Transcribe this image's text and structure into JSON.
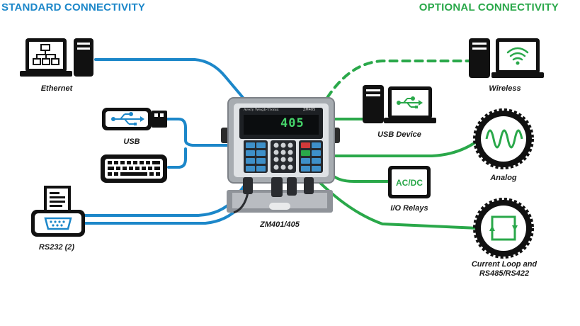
{
  "headings": {
    "standard": "STANDARD CONNECTIVITY",
    "optional": "OPTIONAL CONNECTIVITY"
  },
  "colors": {
    "standard": "#1c87c9",
    "optional": "#2aa84a",
    "icon": "#111111"
  },
  "standard_connections": [
    {
      "label": "Ethernet",
      "icon": "network-computer-icon"
    },
    {
      "label": "USB",
      "icon": "usb-drive-icon"
    },
    {
      "label": "",
      "icon": "keyboard-icon"
    },
    {
      "label": "RS232 (2)",
      "icon": "serial-printer-icon"
    }
  ],
  "device": {
    "label": "ZM401/405",
    "display": "405",
    "brand": "Avery Weigh-Tronix",
    "model": "ZM405"
  },
  "optional_connections": [
    {
      "label": "Wireless",
      "icon": "wireless-computer-icon"
    },
    {
      "label": "USB Device",
      "icon": "usb-computer-icon"
    },
    {
      "label": "Analog",
      "icon": "analog-wave-icon"
    },
    {
      "label": "I/O Relays",
      "icon": "acdc-icon",
      "badge": "AC/DC"
    },
    {
      "label": "Current Loop and RS485/RS422",
      "icon": "current-loop-icon"
    }
  ]
}
